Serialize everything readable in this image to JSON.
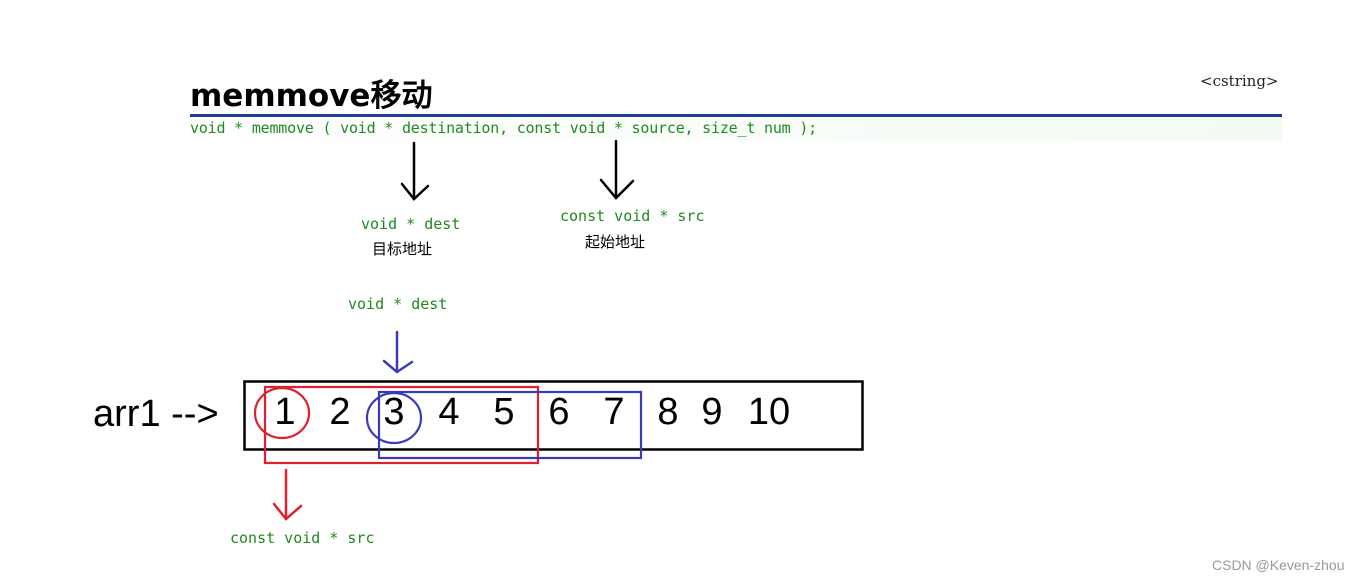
{
  "doc": {
    "title": "memmove移动",
    "header_tag": "<cstring>",
    "signature": "void * memmove ( void * destination, const void * source, size_t num );"
  },
  "annotations": {
    "dest_label": "void * dest",
    "dest_note": "目标地址",
    "src_label": "const void * src",
    "src_note": "起始地址",
    "dest_label_2": "void * dest",
    "src_label_2": "const void * src"
  },
  "array": {
    "label": "arr1 -->",
    "values": [
      "1",
      "2",
      "3",
      "4",
      "5",
      "6",
      "7",
      "8",
      "9",
      "10"
    ]
  },
  "colors": {
    "title_rule": "#1e3f8a",
    "code_green": "#1f8a1f",
    "src_highlight": "#e0202c",
    "dest_highlight": "#3b3bb8"
  },
  "watermark": "CSDN @Keven-zhou"
}
